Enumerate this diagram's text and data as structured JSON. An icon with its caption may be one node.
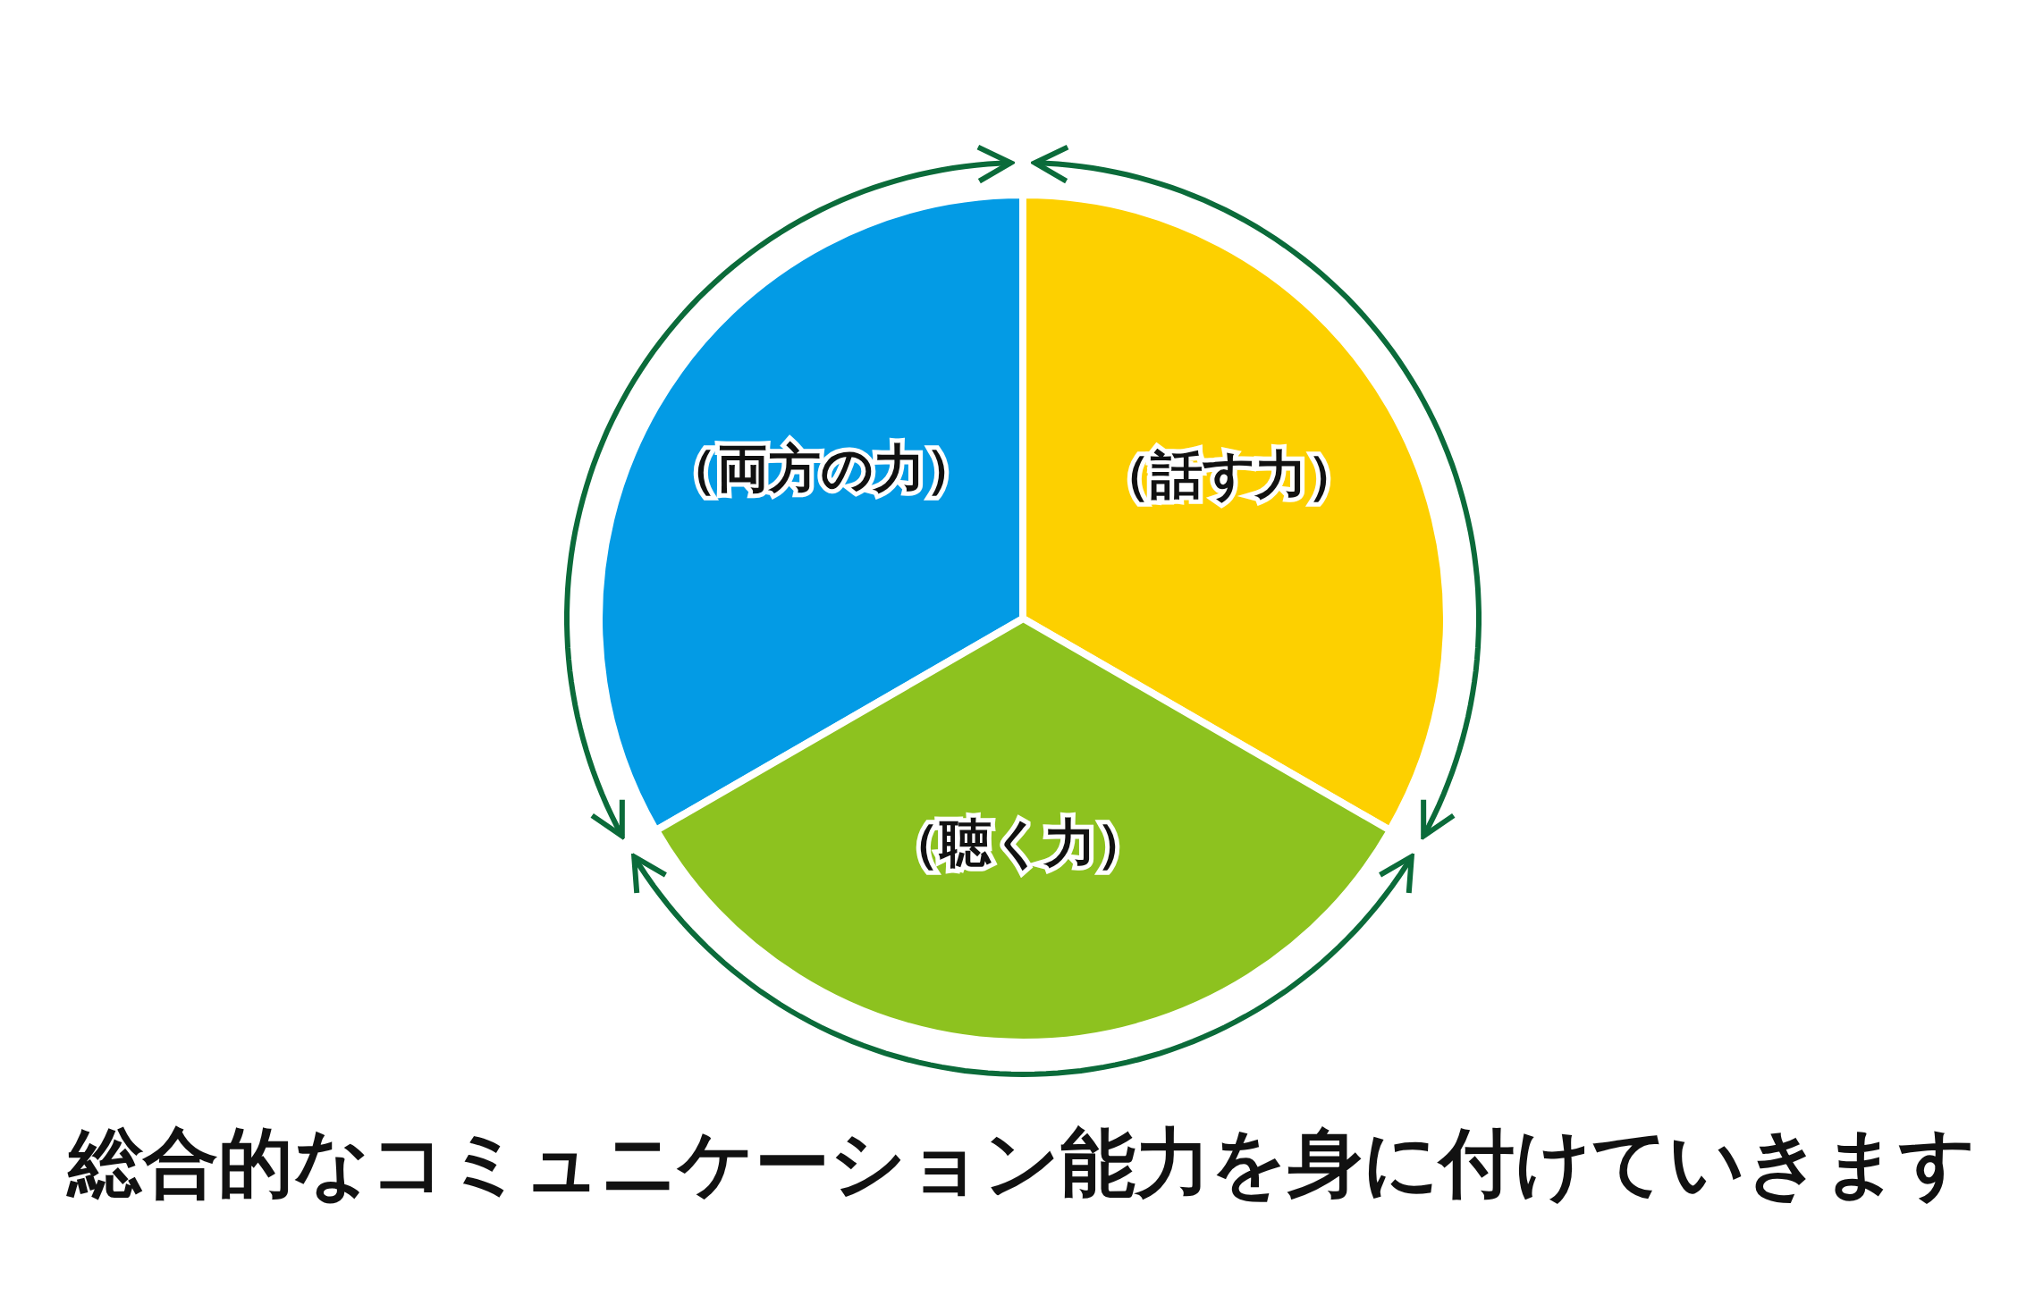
{
  "diagram": {
    "caption": "総合的なコミュニケーション能力を身に付けていきます",
    "nodes": [
      {
        "text": [
          "（両方の力）"
        ]
      },
      {
        "text": [
          "（話す力）"
        ]
      },
      {
        "text": [
          "（聴く力）"
        ]
      }
    ],
    "edges": [
      {
        "from": 2,
        "to": 1,
        "arrow": "both"
      },
      {
        "from": 0,
        "to": 2,
        "arrow": "both"
      },
      {
        "from": 1,
        "to": 0,
        "arrow": "both"
      }
    ]
  }
}
